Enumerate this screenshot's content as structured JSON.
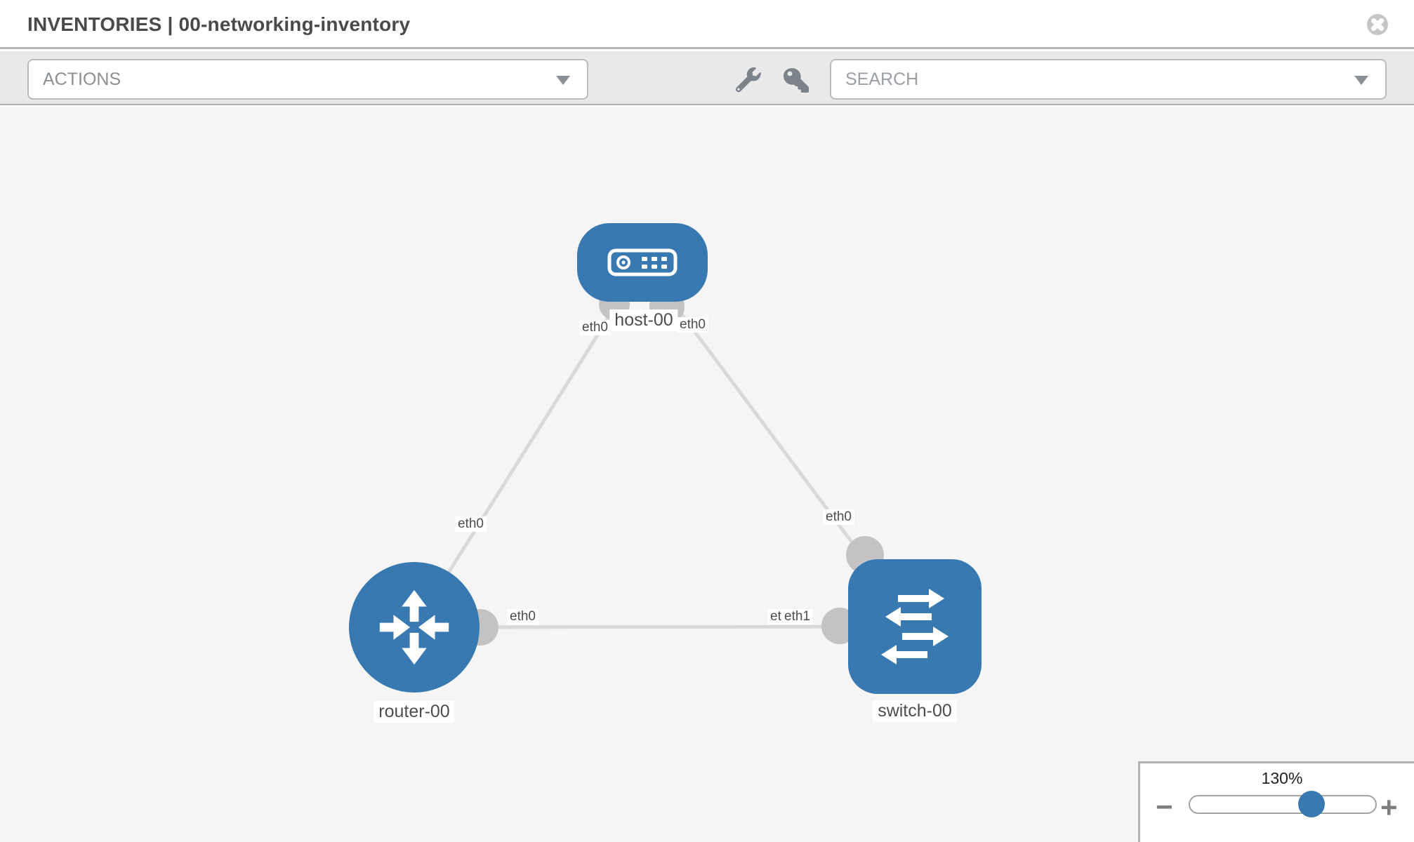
{
  "header": {
    "title": "INVENTORIES | 00-networking-inventory"
  },
  "toolbar": {
    "actions_placeholder": "ACTIONS",
    "search_placeholder": "SEARCH"
  },
  "topology": {
    "nodes": [
      {
        "id": "host-00",
        "type": "host",
        "label": "host-00"
      },
      {
        "id": "router-00",
        "type": "router",
        "label": "router-00"
      },
      {
        "id": "switch-00",
        "type": "switch",
        "label": "switch-00"
      }
    ],
    "node_labels": {
      "host": "host-00",
      "router": "router-00",
      "switch": "switch-00"
    },
    "links": [
      {
        "from": "host-00",
        "to": "router-00",
        "from_iface": "eth0",
        "to_iface": "eth0"
      },
      {
        "from": "host-00",
        "to": "switch-00",
        "from_iface": "eth0",
        "to_iface": "eth0"
      },
      {
        "from": "router-00",
        "to": "switch-00",
        "from_iface": "eth0",
        "to_iface": "eth1"
      }
    ],
    "iface_labels": {
      "host_left": "eth0",
      "host_right": "eth0",
      "router_top": "eth0",
      "router_right": "eth0",
      "switch_top": "eth0",
      "switch_mid_under": "eth0",
      "switch_mid": "eth1"
    }
  },
  "zoom": {
    "level": "130%",
    "minus_label": "−",
    "plus_label": "+"
  },
  "colors": {
    "blue": "#3879b1",
    "edge": "#d9d9d9",
    "iface": "#c3c3c3",
    "toolbar-bg": "#e9e9e9",
    "canvas-bg": "#f5f5f5",
    "icon-gray": "#7d838b",
    "label-text": "#4d4d4d",
    "panel-border": "#b1b1b1"
  }
}
